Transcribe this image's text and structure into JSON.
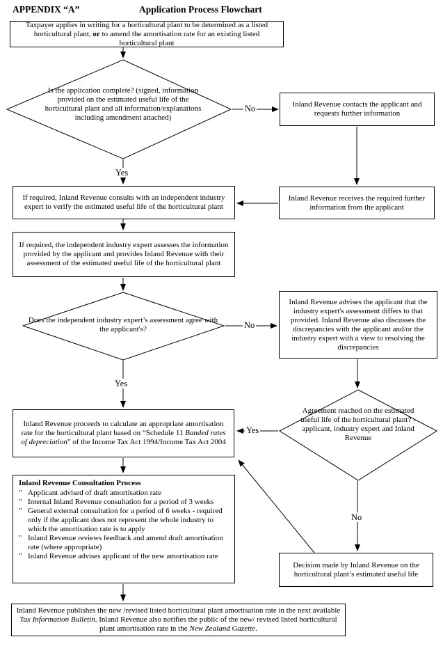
{
  "header": {
    "appendix": "APPENDIX “A”",
    "title": "Application Process Flowchart"
  },
  "labels": {
    "yes": "Yes",
    "no": "No"
  },
  "nodes": {
    "start": {
      "text1": "Taxpayer applies in writing for a horticultural plant to be determined as a listed horticultural plant, ",
      "bold": "or",
      "text2": " to amend the amortisation rate for an existing listed horticultural plant"
    },
    "complete_q": {
      "text": "Is the application complete? (signed, information provided on the estimated useful life of the horticultural plant and all information/explanations including amendment attached)"
    },
    "contacts": {
      "text": "Inland Revenue contacts the applicant and requests further information"
    },
    "receives": {
      "text": "Inland Revenue receives the required further information from the applicant"
    },
    "consults": {
      "text": "If required, Inland Revenue consults with an independent industry expert to verify the estimated useful life of the horticultural plant"
    },
    "assesses": {
      "text": "If required, the independent industry expert assesses the information provided by the applicant and provides Inland Revenue with their assessment of the estimated useful life of the horticultural plant"
    },
    "agree_q": {
      "text": "Does the independent industry expert’s assessment agree with the applicant's?"
    },
    "advises": {
      "text": "Inland Revenue advises the applicant that the industry expert's assessment differs to that provided.  Inland Revenue also discusses the discrepancies with the applicant and/or the industry expert with a view to resolving the discrepancies"
    },
    "agreement_q": {
      "text": "Agreement reached on the estimated useful life of the horticultural plant? - applicant, industry expert and Inland Revenue"
    },
    "calculate": {
      "text1": "Inland Revenue proceeds to calculate an appropriate amortisation rate for the horticultural plant based on “Schedule 11 ",
      "italic": "Banded rates of depreciation",
      "text2": "” of the Income Tax Act 1994/Income Tax Act 2004"
    },
    "consultation": {
      "title": "Inland Revenue Consultation Process",
      "bullet_char": "\"",
      "bullets": [
        "Applicant advised of draft amortisation rate",
        "Internal Inland Revenue consultation for a period of 3 weeks",
        "General external consultation for a period of 6 weeks - required only if the applicant does not represent the whole industry to which the amortisation rate is to apply",
        "Inland Revenue reviews feedback and amend draft amortisation rate (where appropriate)",
        "Inland Revenue advises applicant of the new amortisation rate"
      ]
    },
    "decision": {
      "text": "Decision made by Inland Revenue on the horticultural plant’s estimated useful life"
    },
    "publish": {
      "text1": "Inland Revenue publishes the new /revised listed horticultural plant amortisation rate in the next available ",
      "italic1": "Tax Information Bulletin",
      "text2": ". Inland Revenue also notifies the public of the new/ revised listed horticultural plant amortisation rate in the ",
      "italic2": "New Zealand Gazette",
      "text3": "."
    }
  }
}
